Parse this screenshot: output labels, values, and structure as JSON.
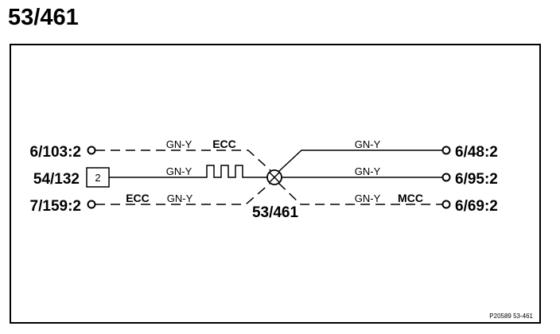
{
  "page": {
    "title": "53/461"
  },
  "diagram": {
    "splice_label": "53/461",
    "reference": "P20589 53-461",
    "left_connectors": [
      {
        "id": "6/103:2"
      },
      {
        "id": "54/132",
        "pin": "2"
      },
      {
        "id": "7/159:2"
      }
    ],
    "right_connectors": [
      {
        "id": "6/48:2"
      },
      {
        "id": "6/95:2"
      },
      {
        "id": "6/69:2"
      }
    ],
    "wires": [
      {
        "color": "GN-Y",
        "bus": "ECC",
        "line_style": "dashed"
      },
      {
        "color": "GN-Y",
        "line_style": "solid",
        "signal": "pulse"
      },
      {
        "color": "GN-Y",
        "bus": "ECC",
        "line_style": "dashed"
      },
      {
        "color": "GN-Y",
        "line_style": "solid"
      },
      {
        "color": "GN-Y",
        "line_style": "solid"
      },
      {
        "color": "GN-Y",
        "bus": "MCC",
        "line_style": "dashed"
      }
    ]
  }
}
